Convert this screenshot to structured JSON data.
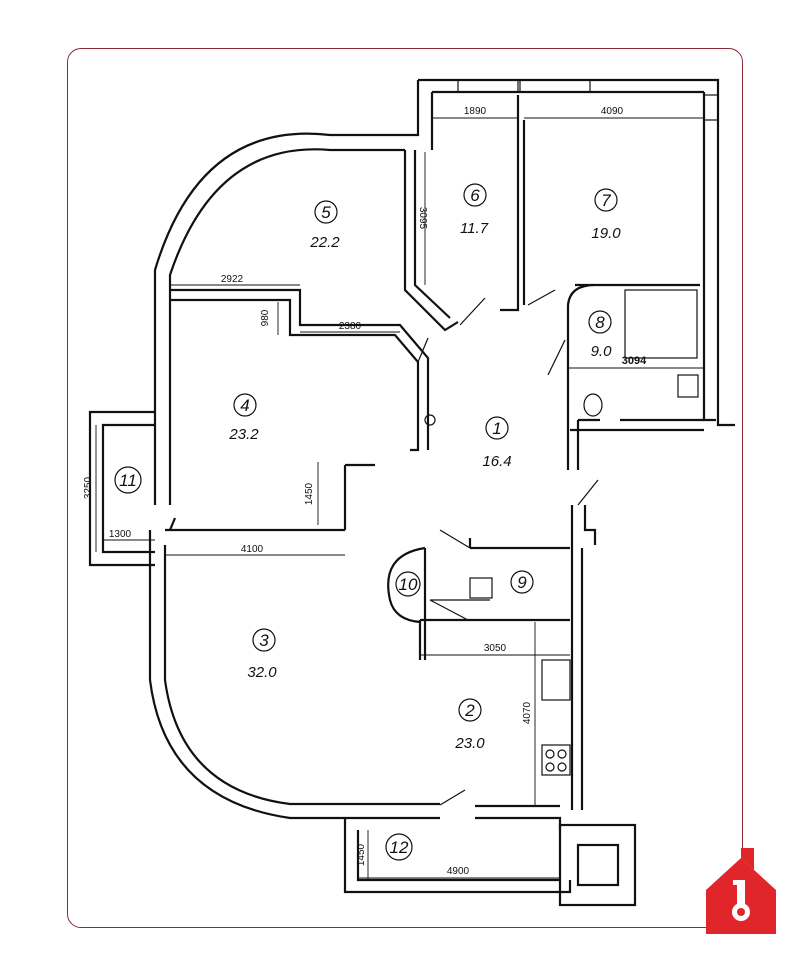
{
  "rooms": [
    {
      "number": "1",
      "area": "16.4"
    },
    {
      "number": "2",
      "area": "23.0"
    },
    {
      "number": "3",
      "area": "32.0"
    },
    {
      "number": "4",
      "area": "23.2"
    },
    {
      "number": "5",
      "area": "22.2"
    },
    {
      "number": "6",
      "area": "11.7"
    },
    {
      "number": "7",
      "area": "19.0"
    },
    {
      "number": "8",
      "area": "9.0"
    },
    {
      "number": "9",
      "area": ""
    },
    {
      "number": "10",
      "area": ""
    },
    {
      "number": "11",
      "area": ""
    },
    {
      "number": "12",
      "area": ""
    }
  ],
  "dimensions": {
    "d1890": "1890",
    "d4090": "4090",
    "d3095": "3095",
    "d2922": "2922",
    "d980": "980",
    "d2380": "2380",
    "d3094": "3094",
    "d1450a": "1450",
    "d3250": "3250",
    "d1300": "1300",
    "d4100": "4100",
    "d3050": "3050",
    "d4070": "4070",
    "d1450b": "1450",
    "d4900": "4900"
  },
  "logo": {
    "icon": "house-key-icon",
    "color": "#e0262b"
  },
  "colors": {
    "frame": "#8a2a3a",
    "ink": "#111111"
  }
}
